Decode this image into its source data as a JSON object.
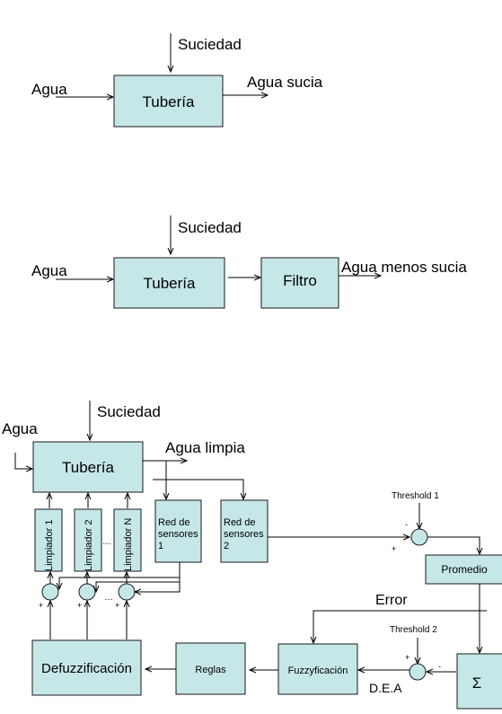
{
  "diagram1": {
    "input": "Agua",
    "disturbance": "Suciedad",
    "process": "Tubería",
    "output": "Agua sucia"
  },
  "diagram2": {
    "input": "Agua",
    "disturbance": "Suciedad",
    "process": "Tubería",
    "filter": "Filtro",
    "output": "Agua menos sucia"
  },
  "diagram3": {
    "input": "Agua",
    "disturbance": "Suciedad",
    "process": "Tubería",
    "output": "Agua limpia",
    "cleaners": [
      "Limpiador 1",
      "Limpiador 2",
      "Limpiador N"
    ],
    "ellipsis": "…",
    "sensors1": [
      "Red de",
      "sensores",
      "1"
    ],
    "sensors2": [
      "Red de",
      "sensores",
      "2"
    ],
    "threshold1": "Threshold 1",
    "threshold2": "Threshold 2",
    "promedio": "Promedio",
    "sigma": "Σ",
    "error": "Error",
    "fuzzy": "Fuzzyficación",
    "rules": "Reglas",
    "defuzzy": "Defuzzificación",
    "dea": "D.E.A",
    "plus": "+",
    "minus": "-"
  }
}
